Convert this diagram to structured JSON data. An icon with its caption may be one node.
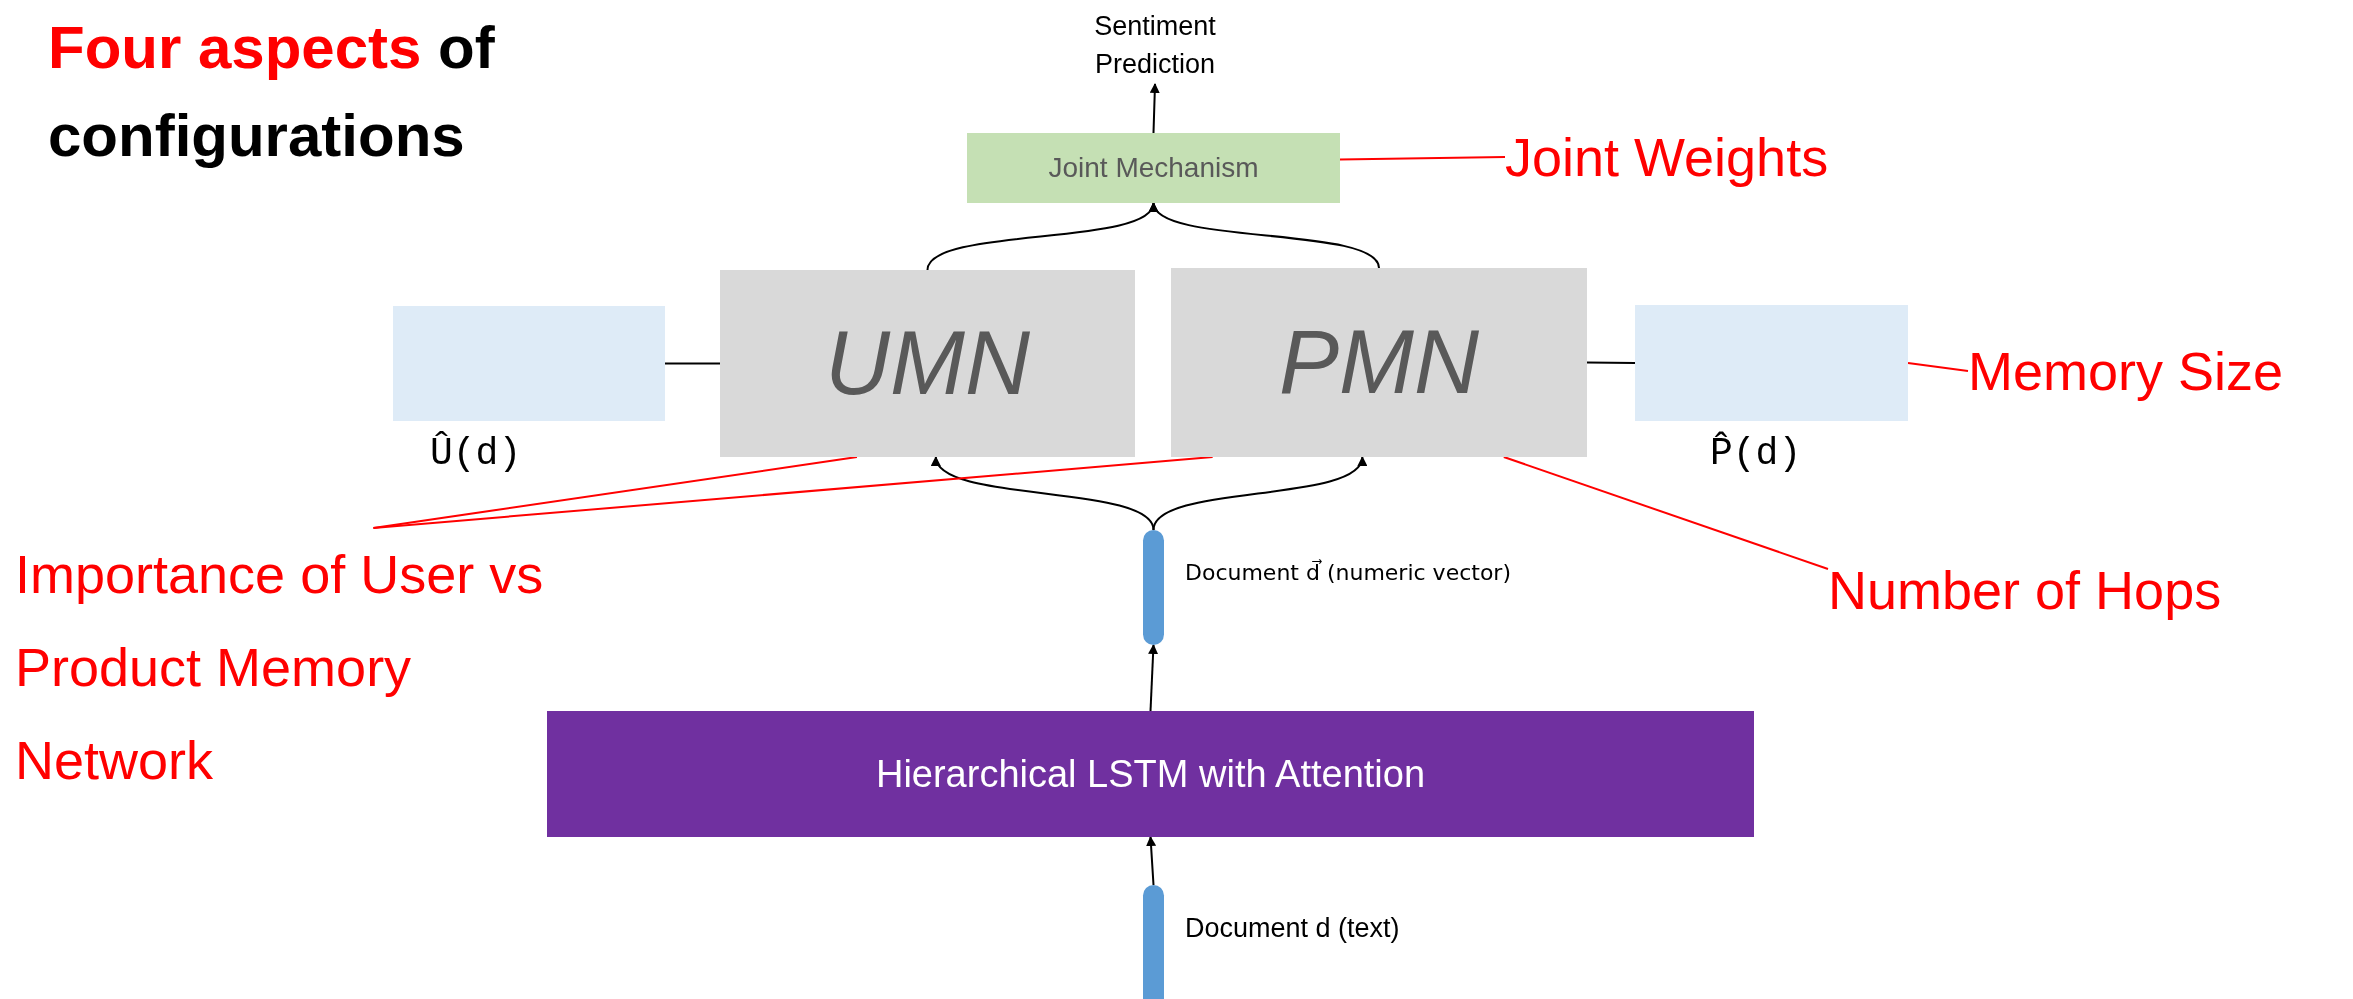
{
  "diagram": {
    "title": "**Four aspects** of configurations",
    "nodes": [
      {
        "text": [
          "Sentiment Prediction"
        ]
      },
      {
        "text": [
          "Joint Mechanism"
        ]
      },
      {
        "text": [
          "UMN"
        ]
      },
      {
        "text": [
          "PMN"
        ]
      },
      {
        "text": [],
        "shape": "box",
        "beside": [
          "Û(d)"
        ]
      },
      {
        "text": [],
        "shape": "box",
        "beside": [
          "P̂(d)"
        ]
      },
      {
        "text": [],
        "shape": "bar",
        "beside": [
          "Document d⃗ (numeric vector)"
        ]
      },
      {
        "text": [
          "Hierarchical LSTM with Attention"
        ]
      },
      {
        "text": [],
        "shape": "bar",
        "beside": [
          "Document d (text)"
        ]
      },
      {
        "text": [
          "Joint Weights"
        ]
      },
      {
        "text": [
          "Memory Size"
        ]
      },
      {
        "text": [
          "Number of Hops"
        ]
      },
      {
        "text": [
          "Importance of User vs Product Memory Network"
        ]
      }
    ],
    "edges": [
      {
        "from": 1,
        "to": 0,
        "arrow": "to"
      },
      {
        "from": 2,
        "to": 1,
        "arrow": "to"
      },
      {
        "from": 3,
        "to": 1,
        "arrow": "to"
      },
      {
        "from": 4,
        "to": 2,
        "arrow": "none"
      },
      {
        "from": 5,
        "to": 3,
        "arrow": "none"
      },
      {
        "from": 6,
        "to": 2,
        "arrow": "to"
      },
      {
        "from": 6,
        "to": 3,
        "arrow": "to"
      },
      {
        "from": 7,
        "to": 6,
        "arrow": "to"
      },
      {
        "from": 8,
        "to": 7,
        "arrow": "to"
      },
      {
        "from": 9,
        "to": 1,
        "arrow": "none",
        "color": "#ff0000"
      },
      {
        "from": 10,
        "to": 5,
        "arrow": "none",
        "color": "#ff0000"
      },
      {
        "from": 11,
        "to": 3,
        "arrow": "none",
        "color": "#ff0000"
      },
      {
        "from": 12,
        "to": 2,
        "arrow": "none",
        "color": "#ff0000"
      },
      {
        "from": 12,
        "to": 3,
        "arrow": "none",
        "color": "#ff0000"
      }
    ]
  }
}
